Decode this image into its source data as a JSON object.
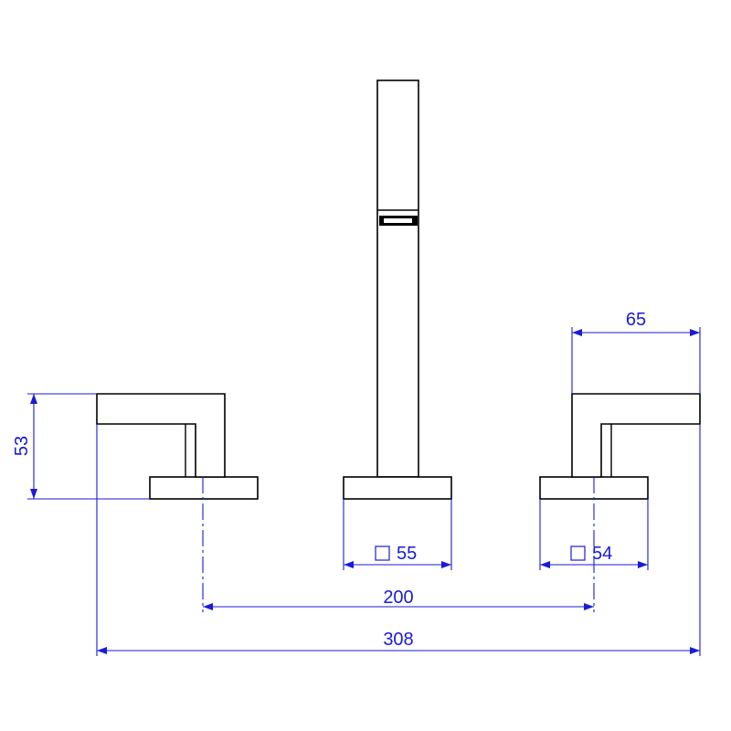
{
  "colors": {
    "dimension": "#1a1ad8",
    "outline": "#000000",
    "background": "#ffffff"
  },
  "dimensions": {
    "overall_width": "308",
    "handle_spacing": "200",
    "center_base": "55",
    "right_base": "54",
    "handle_reach": "65",
    "handle_height": "53"
  },
  "symbols": {
    "square_section": "square-icon"
  }
}
